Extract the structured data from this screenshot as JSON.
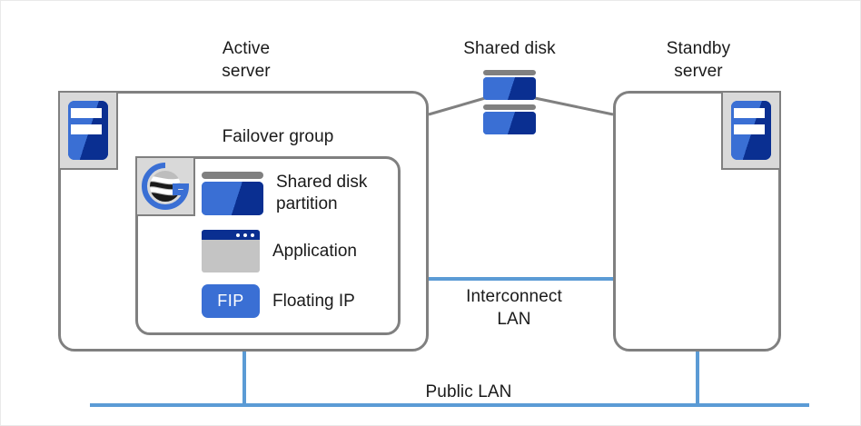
{
  "diagram": {
    "title_labels": {
      "active_server": "Active\nserver",
      "shared_disk": "Shared disk",
      "standby_server": "Standby\nserver",
      "failover_group": "Failover group",
      "interconnect_lan": "Interconnect\nLAN",
      "public_lan": "Public  LAN"
    },
    "resources": [
      {
        "id": "shared-disk-partition",
        "label": "Shared  disk\npartition",
        "icon": "disk-icon"
      },
      {
        "id": "application",
        "label": "Application",
        "icon": "app-window-icon"
      },
      {
        "id": "floating-ip",
        "label": "Floating IP",
        "icon": "fip-badge-icon",
        "badge_text": "FIP"
      }
    ],
    "icons": {
      "active_server": "server-tower-icon",
      "standby_server": "server-tower-icon",
      "shared_disk": "disk-stack-icon",
      "failover_group": "clusterpro-g-icon"
    },
    "colors": {
      "accent_blue": "#3a6fd4",
      "deep_blue": "#0a2f91",
      "lan_line": "#5b9bd5",
      "outline_gray": "#808080",
      "plate_gray": "#d9d9d9",
      "app_body_gray": "#c4c4c4",
      "text": "#1a1a1a",
      "background": "#ffffff"
    }
  }
}
